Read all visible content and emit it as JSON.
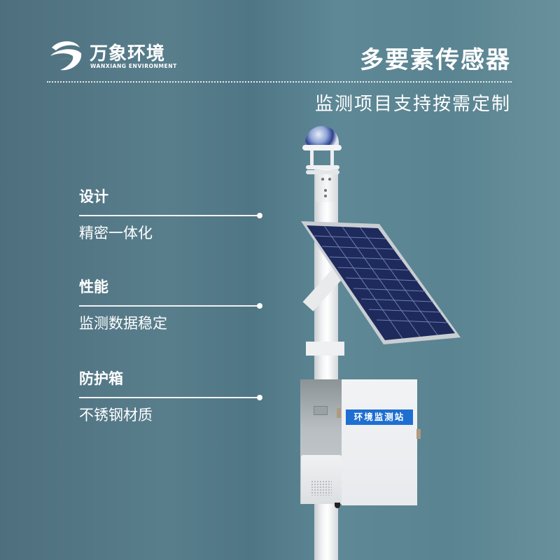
{
  "brand": {
    "name_cn": "万象环境",
    "name_en": "WANXIANG ENVIRONMENT",
    "logo_icon": "swirl-logo-icon"
  },
  "header": {
    "title": "多要素传感器",
    "subtitle": "监测项目支持按需定制"
  },
  "features": [
    {
      "title": "设计",
      "description": "精密一体化"
    },
    {
      "title": "性能",
      "description": "监测数据稳定"
    },
    {
      "title": "防护箱",
      "description": "不锈钢材质"
    }
  ],
  "product": {
    "box_label": "环境监测站",
    "solar_panel": {
      "columns": 4,
      "rows": 9
    }
  },
  "colors": {
    "background": "#587e8c",
    "text": "#ffffff",
    "label_blue": "#1e6fd1",
    "solar_cell": "#1f2a5c"
  }
}
